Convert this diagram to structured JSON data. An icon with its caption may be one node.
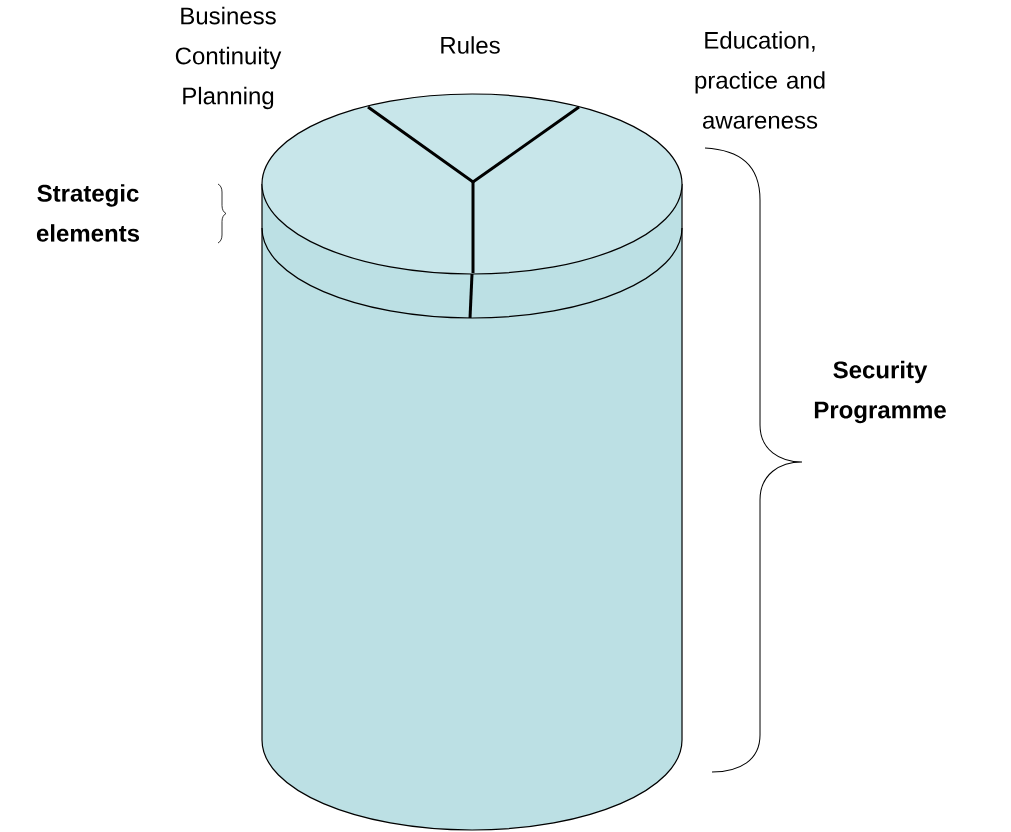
{
  "diagram": {
    "labels": [
      "Business Continuity Planning",
      "Rules",
      "Education, practice and awareness",
      "Strategic elements",
      "Security Programme"
    ]
  }
}
